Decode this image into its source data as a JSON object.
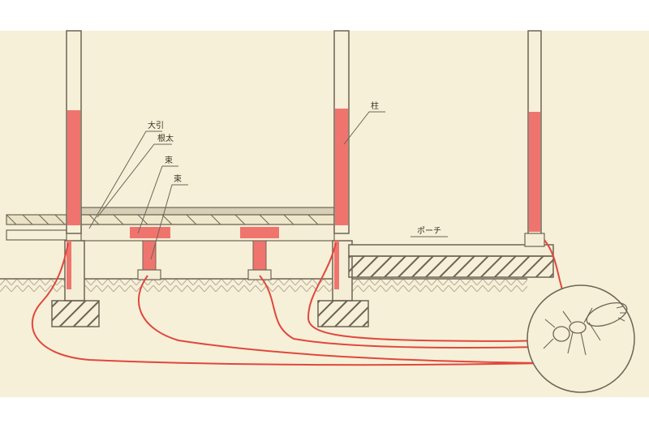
{
  "labels": {
    "oobiki": "大引",
    "neda": "根太",
    "tsuka": "束",
    "tsukaishi": "束",
    "hashira": "柱",
    "porch": "ポーチ"
  },
  "colors": {
    "paper": "#f6f0d8",
    "termite_damage": "#f0746e",
    "termite_path": "#e0473e",
    "ink": "#6f6355"
  },
  "icons": {
    "termite": "termite-icon"
  }
}
